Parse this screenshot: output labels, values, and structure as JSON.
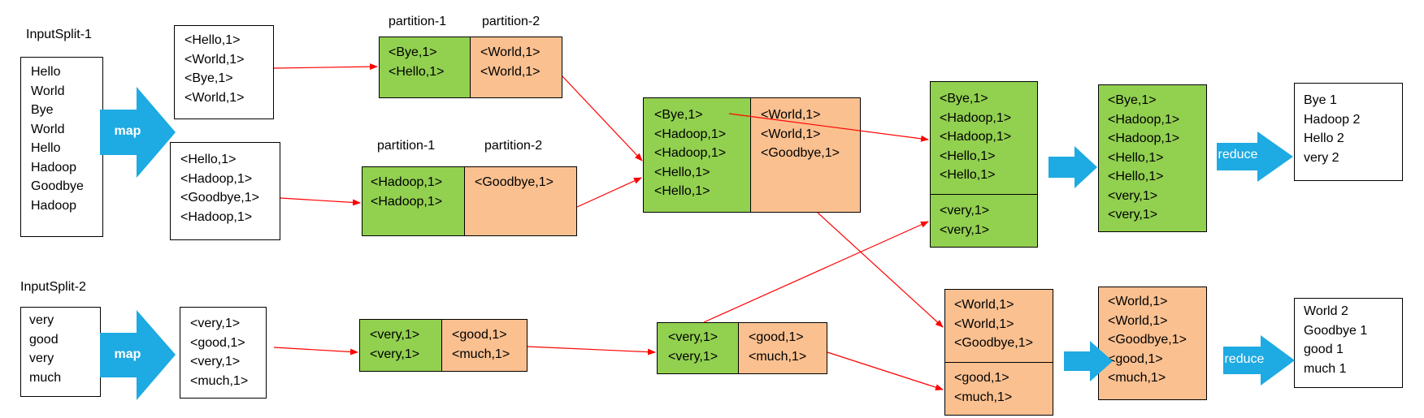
{
  "labels": {
    "split1": "InputSplit-1",
    "split2": "InputSplit-2",
    "p1_top": "partition-1",
    "p2_top": "partition-2",
    "p1_mid": "partition-1",
    "p2_mid": "partition-2",
    "map": "map",
    "reduce": "reduce"
  },
  "colors": {
    "green": "#92d050",
    "orange": "#fac090",
    "arrow_blue": "#1eaae2",
    "link_red": "#ff0000"
  },
  "input1": [
    "Hello",
    "World",
    "Bye",
    "World",
    "Hello",
    "Hadoop",
    "Goodbye",
    "Hadoop"
  ],
  "input2": [
    "very",
    "good",
    "very",
    "much"
  ],
  "map1a": [
    "<Hello,1>",
    "<World,1>",
    "<Bye,1>",
    "<World,1>"
  ],
  "map1b": [
    "<Hello,1>",
    "<Hadoop,1>",
    "<Goodbye,1>",
    "<Hadoop,1>"
  ],
  "map2": [
    "<very,1>",
    "<good,1>",
    "<very,1>",
    "<much,1>"
  ],
  "part_a_green": [
    "<Bye,1>",
    "<Hello,1>"
  ],
  "part_a_orange": [
    "<World,1>",
    "<World,1>"
  ],
  "part_b_green": [
    "<Hadoop,1>",
    "<Hadoop,1>"
  ],
  "part_b_orange": [
    "<Goodbye,1>"
  ],
  "part_c_green": [
    "<very,1>",
    "<very,1>"
  ],
  "part_c_orange": [
    "<good,1>",
    "<much,1>"
  ],
  "merge1_green": [
    "<Bye,1>",
    "<Hadoop,1>",
    "<Hadoop,1>",
    "<Hello,1>",
    "<Hello,1>"
  ],
  "merge1_orange": [
    "<World,1>",
    "<World,1>",
    "<Goodbye,1>"
  ],
  "merge2_green": [
    "<very,1>",
    "<very,1>"
  ],
  "merge2_orange": [
    "<good,1>",
    "<much,1>"
  ],
  "shuffle_g_top": [
    "<Bye,1>",
    "<Hadoop,1>",
    "<Hadoop,1>",
    "<Hello,1>",
    "<Hello,1>"
  ],
  "shuffle_g_bot": [
    "<very,1>",
    "<very,1>"
  ],
  "shuffle_o_top": [
    "<World,1>",
    "<World,1>",
    "<Goodbye,1>"
  ],
  "shuffle_o_bot": [
    "<good,1>",
    "<much,1>"
  ],
  "sorted_g": [
    "<Bye,1>",
    "<Hadoop,1>",
    "<Hadoop,1>",
    "<Hello,1>",
    "<Hello,1>",
    "<very,1>",
    "<very,1>"
  ],
  "sorted_o": [
    "<World,1>",
    "<World,1>",
    "<Goodbye,1>",
    "<good,1>",
    "<much,1>"
  ],
  "result1": [
    "Bye   1",
    "Hadoop   2",
    "Hello   2",
    "very   2"
  ],
  "result2": [
    "World   2",
    "Goodbye   1",
    "good   1",
    "much   1"
  ]
}
